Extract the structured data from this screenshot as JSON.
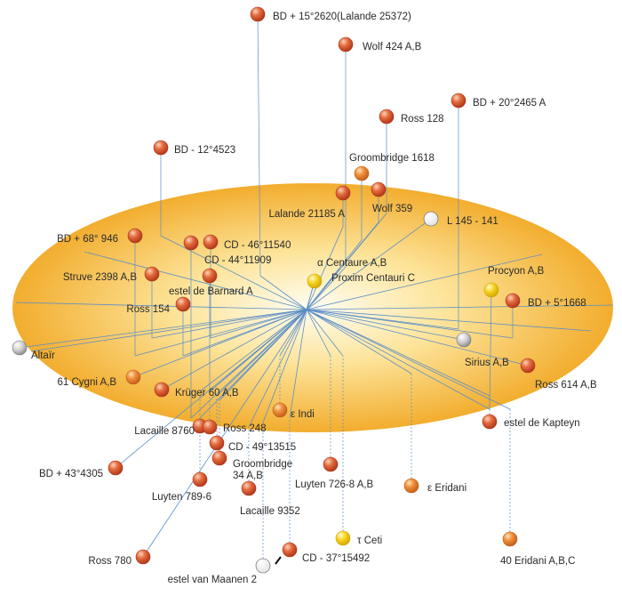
{
  "colors": {
    "plane_center": "#fffdf2",
    "plane_mid": "#fde49a",
    "plane_edge": "#f2ad2e",
    "line": "#5b8ec5",
    "red_star": "#e46a3e",
    "orange_star": "#f08f3a",
    "yellow_star": "#f6d21c",
    "white_star": "#ffffff",
    "gray_star": "#c9c9c9"
  },
  "stars": [
    {
      "name": "BD + 15°2620(Lalande 25372)",
      "kind": "red"
    },
    {
      "name": "Wolf 424 A,B",
      "kind": "red"
    },
    {
      "name": "BD + 20°2465 A",
      "kind": "red"
    },
    {
      "name": "Ross 128",
      "kind": "red"
    },
    {
      "name": "BD - 12°4523",
      "kind": "red"
    },
    {
      "name": "Groombridge 1618",
      "kind": "orange"
    },
    {
      "name": "Wolf 359",
      "kind": "red"
    },
    {
      "name": "Lalande 21185 A",
      "kind": "red"
    },
    {
      "name": "L 145 - 141",
      "kind": "white"
    },
    {
      "name": "BD + 68° 946",
      "kind": "red"
    },
    {
      "name": "CD - 46°11540",
      "kind": "red"
    },
    {
      "name": "CD - 44°11909",
      "kind": "red"
    },
    {
      "name": "α Centaure A,B",
      "kind": "yellow"
    },
    {
      "name": "Proxim Centauri C",
      "kind": "yellow"
    },
    {
      "name": "Struve 2398 A,B",
      "kind": "red"
    },
    {
      "name": "estel de Barnard A",
      "kind": "red"
    },
    {
      "name": "Procyon A,B",
      "kind": "yellow"
    },
    {
      "name": "BD + 5°1668",
      "kind": "red"
    },
    {
      "name": "Ross 154",
      "kind": "red"
    },
    {
      "name": "Altaïr",
      "kind": "gray"
    },
    {
      "name": "Sirius A,B",
      "kind": "gray"
    },
    {
      "name": "61 Cygni A,B",
      "kind": "orange"
    },
    {
      "name": "Ross 614 A,B",
      "kind": "red"
    },
    {
      "name": "Krüger 60 A,B",
      "kind": "red"
    },
    {
      "name": "ε Indi",
      "kind": "orange"
    },
    {
      "name": "Lacaille 8760",
      "kind": "red"
    },
    {
      "name": "Ross 248",
      "kind": "red"
    },
    {
      "name": "estel de Kapteyn",
      "kind": "red"
    },
    {
      "name": "CD - 49°13515",
      "kind": "red"
    },
    {
      "name": "Groombridge",
      "kind": "red"
    },
    {
      "name": "34 A,B",
      "kind": "red"
    },
    {
      "name": "BD + 43°4305",
      "kind": "red"
    },
    {
      "name": "Luyten 726-8 A,B",
      "kind": "red"
    },
    {
      "name": "ε Eridani",
      "kind": "orange"
    },
    {
      "name": "Luyten 789-6",
      "kind": "red"
    },
    {
      "name": "Lacaille 9352",
      "kind": "red"
    },
    {
      "name": "τ Ceti",
      "kind": "yellow"
    },
    {
      "name": "40 Eridani A,B,C",
      "kind": "orange"
    },
    {
      "name": "Ross 780",
      "kind": "red"
    },
    {
      "name": "CD - 37°15492",
      "kind": "red"
    },
    {
      "name": "estel van Maanen 2",
      "kind": "white"
    }
  ]
}
